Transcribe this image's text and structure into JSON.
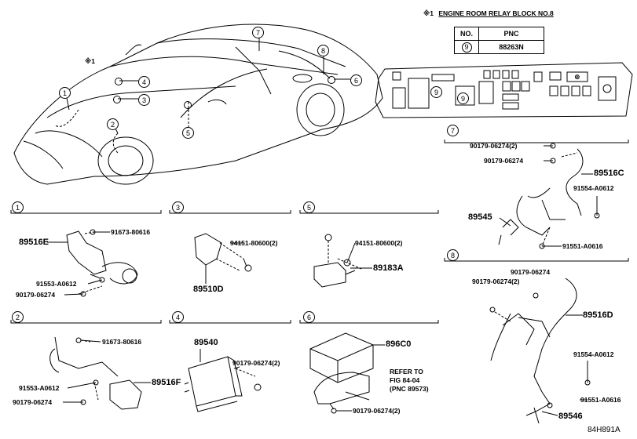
{
  "relay_block": {
    "note_mark": "※1",
    "title": "ENGINE ROOM RELAY BLOCK NO.8",
    "table": {
      "headers": [
        "NO.",
        "PNC"
      ],
      "rows": [
        {
          "no": "9",
          "pnc": "88263N"
        }
      ]
    }
  },
  "callouts": [
    "1",
    "2",
    "3",
    "4",
    "5",
    "6",
    "7",
    "8",
    "9"
  ],
  "car_note": "※1",
  "sections": {
    "s1": {
      "num": "1",
      "main": "89516E",
      "parts": [
        "91673-80616",
        "91553-A0612",
        "90179-06274"
      ]
    },
    "s2": {
      "num": "2",
      "main": "89516F",
      "parts": [
        "91673-80616",
        "91553-A0612",
        "90179-06274"
      ]
    },
    "s3": {
      "num": "3",
      "main": "89510D",
      "parts": [
        "94151-80600(2)"
      ]
    },
    "s4": {
      "num": "4",
      "main": "89540",
      "parts": [
        "90179-06274(2)"
      ]
    },
    "s5": {
      "num": "5",
      "main": "89183A",
      "parts": [
        "94151-80600(2)"
      ]
    },
    "s6": {
      "num": "6",
      "main": "896C0",
      "parts": [
        "90179-06274(2)"
      ],
      "refer": [
        "REFER TO",
        "FIG 84-04",
        "(PNC 89573)"
      ]
    },
    "s7": {
      "num": "7",
      "mains": [
        "89516C",
        "89545"
      ],
      "parts": [
        "90179-06274(2)",
        "90179-06274",
        "91554-A0612",
        "91551-A0616"
      ]
    },
    "s8": {
      "num": "8",
      "mains": [
        "89516D",
        "89546"
      ],
      "parts": [
        "90179-06274",
        "90179-06274(2)",
        "91554-A0612",
        "91551-A0616"
      ]
    }
  },
  "figure_code": "84H891A"
}
